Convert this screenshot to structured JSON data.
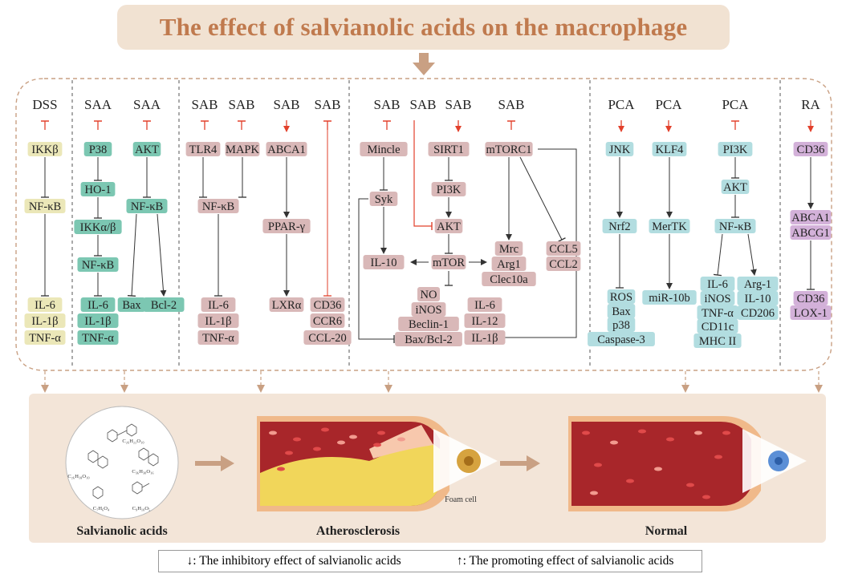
{
  "title": "The effect of salvianolic acids on the macrophage",
  "colors": {
    "accent": "#c07a4e",
    "title_bg": "#f1e2d2",
    "bottom_panel": "#f3e5d8",
    "yellow_box": "#ebe7b8",
    "green_box": "#7cc7b2",
    "pink_box": "#d9b8b8",
    "blue_box": "#b2dde0",
    "purple_box": "#d3b1d9",
    "inhibit_red": "#e2402b"
  },
  "columns": [
    {
      "id": "dss",
      "header": "DSS",
      "mark": "inhibit",
      "nodes": [
        "IKKβ",
        "NF-κB",
        "IL-6",
        "IL-1β",
        "TNF-α"
      ]
    },
    {
      "id": "saa1",
      "header": "SAA",
      "mark": "inhibit",
      "nodes": [
        "P38",
        "HO-1",
        "IKKα/β",
        "NF-κB",
        "IL-6",
        "IL-1β",
        "TNF-α"
      ]
    },
    {
      "id": "saa2",
      "header": "SAA",
      "mark": "inhibit",
      "nodes": [
        "AKT",
        "NF-κB",
        "Bax",
        "Bcl-2"
      ]
    },
    {
      "id": "sab_tlr4",
      "header": "SAB",
      "mark": "inhibit",
      "nodes": [
        "TLR4",
        "NF-κB",
        "IL-6",
        "IL-1β",
        "TNF-α"
      ]
    },
    {
      "id": "sab_mapk",
      "header": "SAB",
      "mark": "inhibit",
      "nodes": [
        "MAPK"
      ]
    },
    {
      "id": "sab_abca1",
      "header": "SAB",
      "mark": "promote",
      "nodes": [
        "ABCA1",
        "PPAR-γ",
        "LXRα"
      ]
    },
    {
      "id": "sab_cd36",
      "header": "SAB",
      "mark": "inhibit",
      "nodes": [
        "CD36",
        "CCR6",
        "CCL-20"
      ]
    },
    {
      "id": "sab_mincle",
      "header": "SAB",
      "mark": "inhibit",
      "nodes": [
        "Mincle",
        "Syk",
        "IL-10"
      ]
    },
    {
      "id": "sab_akt",
      "header": "SAB",
      "mark": "inhibit",
      "nodes": [
        "AKT"
      ]
    },
    {
      "id": "sab_sirt1",
      "header": "SAB",
      "mark": "promote",
      "nodes": [
        "SIRT1",
        "PI3K",
        "mTOR",
        "NO",
        "iNOS",
        "Beclin-1",
        "Bax/Bcl-2"
      ]
    },
    {
      "id": "sab_mtorc1",
      "header": "SAB",
      "mark": "inhibit",
      "nodes": [
        "mTORC1",
        "Mrc",
        "Arg1",
        "Clec10a",
        "CCL5",
        "CCL2",
        "IL-6",
        "IL-12",
        "IL-1β"
      ]
    },
    {
      "id": "pca_jnk",
      "header": "PCA",
      "mark": "promote",
      "nodes": [
        "JNK",
        "Nrf2",
        "ROS",
        "Bax",
        "p38",
        "Caspase-3"
      ]
    },
    {
      "id": "pca_klf4",
      "header": "PCA",
      "mark": "promote",
      "nodes": [
        "KLF4",
        "MerTK",
        "miR-10b"
      ]
    },
    {
      "id": "pca_pi3k",
      "header": "PCA",
      "mark": "inhibit",
      "nodes": [
        "PI3K",
        "AKT",
        "NF-κB",
        "IL-6",
        "iNOS",
        "TNF-α",
        "CD11c",
        "MHC II",
        "Arg-1",
        "IL-10",
        "CD206"
      ]
    },
    {
      "id": "ra",
      "header": "RA",
      "mark": "promote",
      "nodes": [
        "CD36",
        "ABCA1",
        "ABCG1",
        "CD36",
        "LOX-1"
      ]
    }
  ],
  "bottom": {
    "labels": [
      "Salvianolic acids",
      "Atherosclerosis",
      "Normal"
    ],
    "foam_cell": "Foam cell",
    "formulas": [
      "C₂₆H₂₂O₁₀",
      "C₂₆H₁₈O₁₀",
      "C₃₆H₃₀O₁₆",
      "C₇H₆O₄",
      "C₉H₁₀O₅"
    ]
  },
  "legend": {
    "inhibit": "↓: The inhibitory effect of salvianolic acids",
    "promote": "↑: The promoting effect of salvianolic acids"
  }
}
